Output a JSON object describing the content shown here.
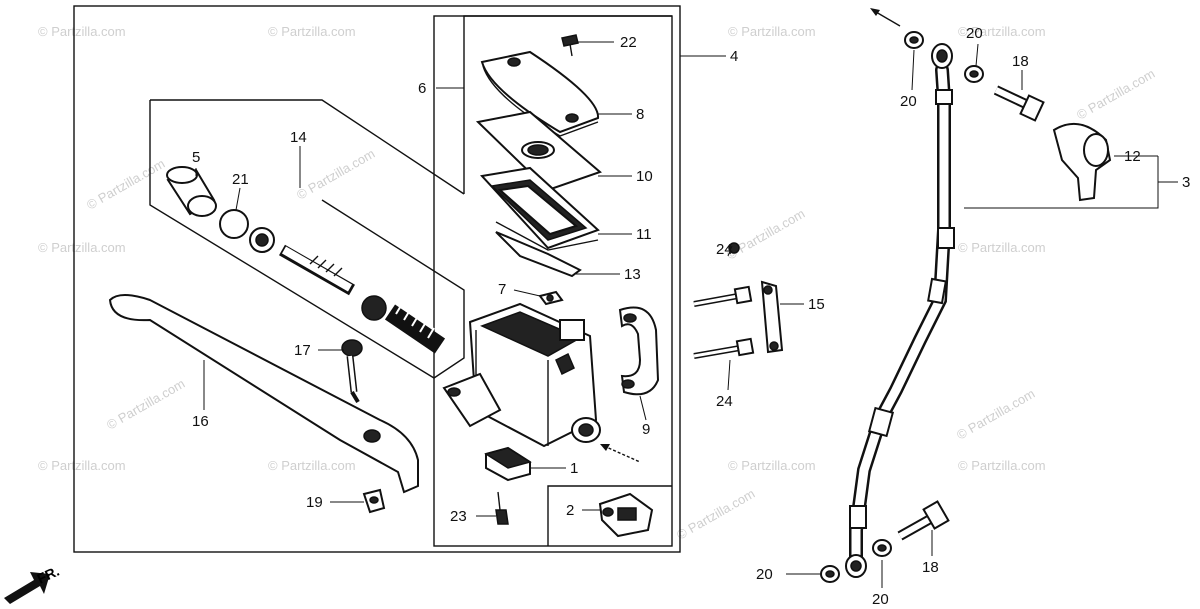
{
  "watermark": {
    "text": "© Partzilla.com"
  },
  "front_indicator": {
    "label": "FR."
  },
  "callouts": [
    {
      "id": "22",
      "label": "22"
    },
    {
      "id": "4",
      "label": "4"
    },
    {
      "id": "6",
      "label": "6"
    },
    {
      "id": "8",
      "label": "8"
    },
    {
      "id": "10",
      "label": "10"
    },
    {
      "id": "11",
      "label": "11"
    },
    {
      "id": "13",
      "label": "13"
    },
    {
      "id": "7",
      "label": "7"
    },
    {
      "id": "9",
      "label": "9"
    },
    {
      "id": "1",
      "label": "1"
    },
    {
      "id": "2",
      "label": "2"
    },
    {
      "id": "23",
      "label": "23"
    },
    {
      "id": "14",
      "label": "14"
    },
    {
      "id": "5",
      "label": "5"
    },
    {
      "id": "21",
      "label": "21"
    },
    {
      "id": "17",
      "label": "17"
    },
    {
      "id": "16",
      "label": "16"
    },
    {
      "id": "19",
      "label": "19"
    },
    {
      "id": "24a",
      "label": "24"
    },
    {
      "id": "24b",
      "label": "24"
    },
    {
      "id": "15",
      "label": "15"
    },
    {
      "id": "20a",
      "label": "20"
    },
    {
      "id": "20b",
      "label": "20"
    },
    {
      "id": "20c",
      "label": "20"
    },
    {
      "id": "20d",
      "label": "20"
    },
    {
      "id": "18a",
      "label": "18"
    },
    {
      "id": "18b",
      "label": "18"
    },
    {
      "id": "12",
      "label": "12"
    },
    {
      "id": "3",
      "label": "3"
    }
  ]
}
